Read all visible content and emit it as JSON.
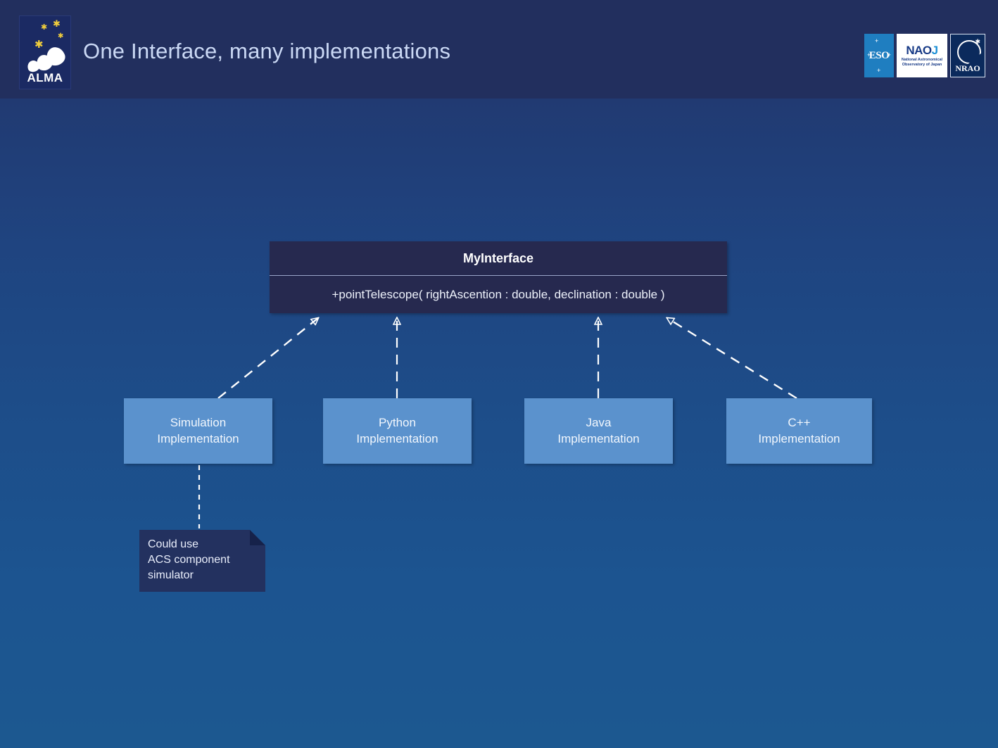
{
  "header": {
    "title": "One Interface, many implementations",
    "alma_logo_label": "ALMA",
    "partners": [
      {
        "name": "eso-logo",
        "word": "ESO"
      },
      {
        "name": "naoj-logo",
        "word_na": "NA",
        "word_o": "O",
        "word_j": "J",
        "subtitle": "National Astronomical\nObservatory of Japan"
      },
      {
        "name": "nrao-logo",
        "word": "NRAO"
      }
    ]
  },
  "diagram": {
    "interface": {
      "name": "MyInterface",
      "method": "+pointTelescope( rightAscention : double, declination : double )"
    },
    "implementations": [
      {
        "key": "simulation",
        "label": "Simulation\nImplementation"
      },
      {
        "key": "python",
        "label": "Python\nImplementation"
      },
      {
        "key": "java",
        "label": "Java\nImplementation"
      },
      {
        "key": "cpp",
        "label": "C++\nImplementation"
      }
    ],
    "note": {
      "text": "Could use\nACS component\nsimulator"
    }
  },
  "colors": {
    "background_top": "#23366b",
    "background_bottom": "#1c5890",
    "header_band": "#222f5e",
    "interface_fill": "#26294f",
    "implementation_fill": "#5b92cd",
    "note_fill": "#23315f",
    "title_text": "#cbd9f5",
    "connector": "#ffffff"
  }
}
